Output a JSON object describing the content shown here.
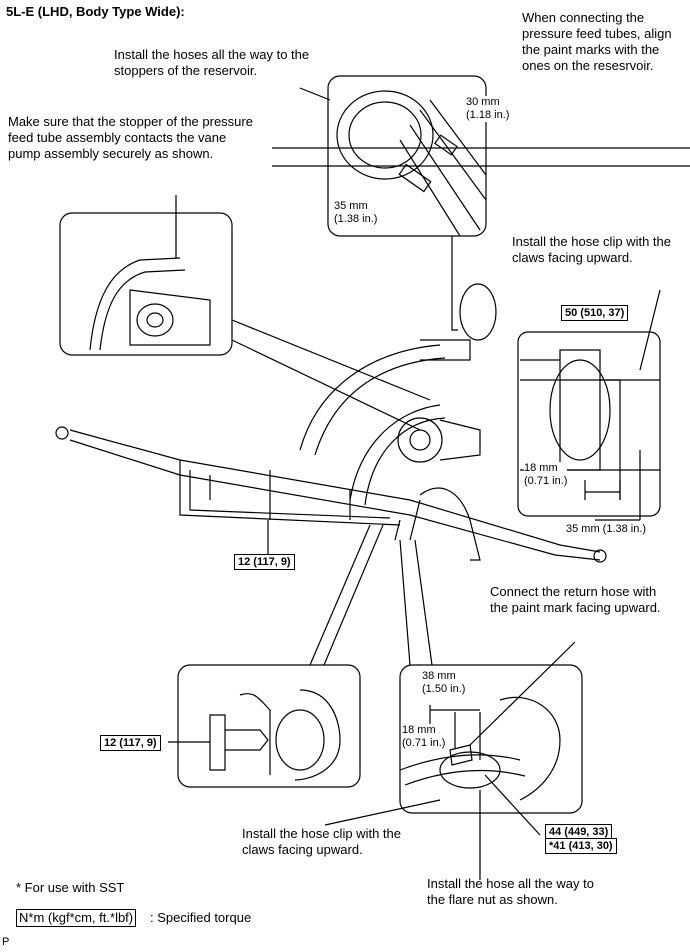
{
  "title": "5L-E (LHD, Body Type Wide):",
  "notes": {
    "paint_marks": "When connecting the\npressure feed tubes, align\nthe paint marks with the\nones on the resesrvoir.",
    "hoses_reservoir": "Install the hoses all the way to the\nstoppers of the reservoir.",
    "stopper_contact": "Make sure that the stopper of the pressure\nfeed tube assembly contacts the vane\npump assembly securely as shown.",
    "hose_clip_top": "Install the hose clip with the\nclaws facing upward.",
    "return_hose": "Connect the return hose with\nthe paint mark facing upward.",
    "hose_clip_bottom": "Install the hose clip with the\nclaws facing upward.",
    "flare_nut": "Install the hose all the way to\nthe flare nut as shown."
  },
  "dimensions": {
    "d30": "30 mm\n(1.18 in.)",
    "d35_top": "35 mm\n(1.38 in.)",
    "d18_right": "18 mm\n(0.71 in.)",
    "d35_right": "35 mm (1.38 in.)",
    "d38": "38 mm\n(1.50 in.)",
    "d18_bottom": "18 mm\n(0.71 in.)"
  },
  "torques": {
    "t50": "50 (510, 37)",
    "t12_main": "12 (117, 9)",
    "t12_detail": "12 (117, 9)",
    "t44": "44 (449, 33)",
    "t41": "*41 (413, 30)"
  },
  "legend": {
    "sst": "* For use with SST",
    "torque_key": "N*m (kgf*cm, ft.*lbf)",
    "torque_desc": ": Specified torque"
  },
  "corner_mark": "P"
}
